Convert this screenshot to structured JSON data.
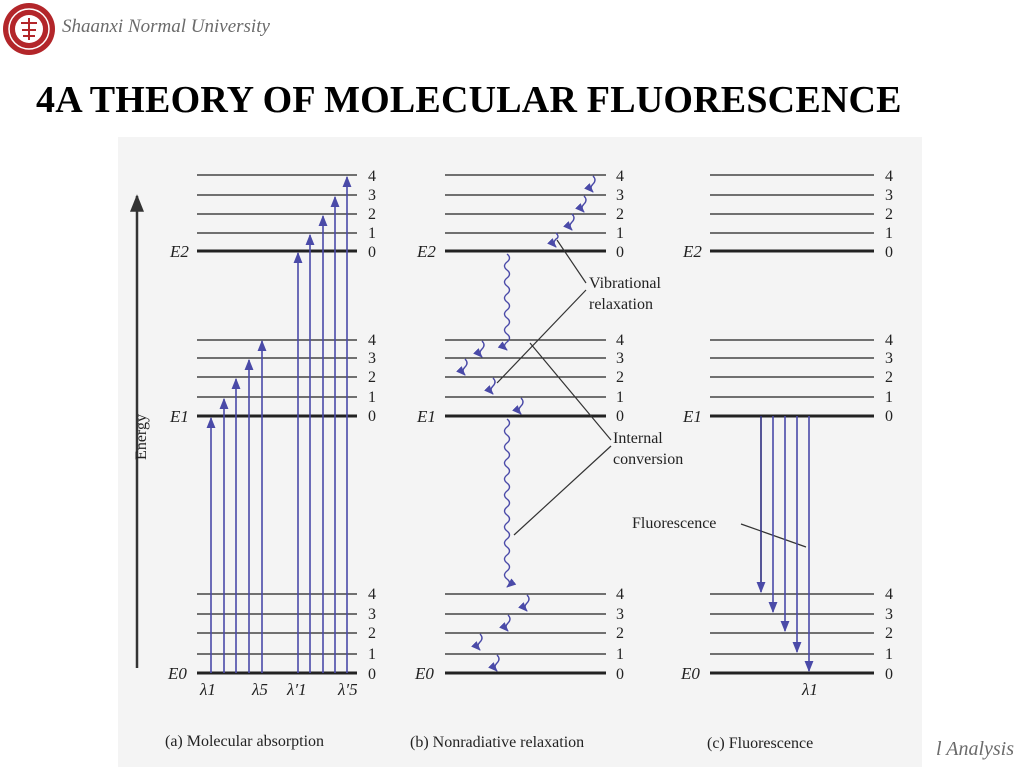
{
  "header": {
    "university": "Shaanxi Normal University"
  },
  "slide": {
    "title": "4A THEORY OF MOLECULAR FLUORESCENCE"
  },
  "footer": {
    "text": "l Analysis"
  },
  "figure": {
    "axis_label": "Energy",
    "state_labels": [
      "E2",
      "E1",
      "E0"
    ],
    "level_numbers": [
      "4",
      "3",
      "2",
      "1",
      "0"
    ],
    "callouts": {
      "vibrational": [
        "Vibrational",
        "relaxation"
      ],
      "internal": [
        "Internal",
        "conversion"
      ],
      "fluorescence": "Fluorescence"
    },
    "wavelengths_a": [
      "λ1",
      "λ5",
      "λ′1",
      "λ′5"
    ],
    "wavelength_c": "λ1",
    "captions": [
      "(a) Molecular absorption",
      "(b) Nonradiative relaxation",
      "(c) Fluorescence"
    ]
  }
}
